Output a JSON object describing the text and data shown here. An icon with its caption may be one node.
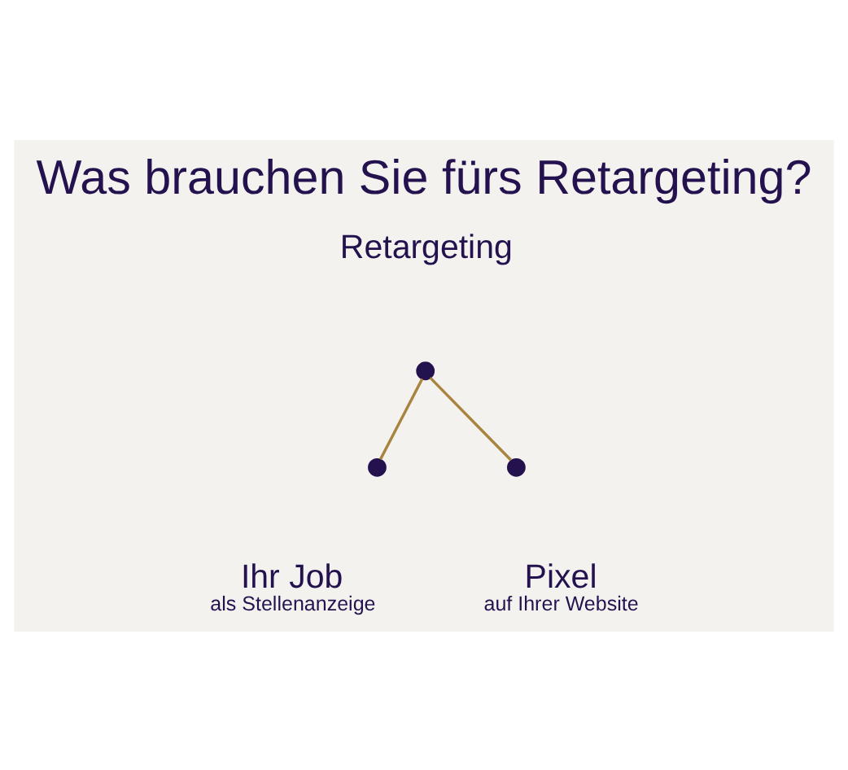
{
  "diagram": {
    "title": "Was brauchen Sie fürs Retargeting?",
    "nodes": [
      {
        "text": [
          "Retargeting"
        ]
      },
      {
        "text": [],
        "shape": "circle"
      },
      {
        "text": [],
        "shape": "circle"
      },
      {
        "text": [],
        "shape": "circle"
      },
      {
        "text": [
          "Ihr Job",
          "als Stellenanzeige"
        ]
      },
      {
        "text": [
          "Pixel",
          "auf Ihrer Website"
        ]
      }
    ],
    "edges": [
      {
        "from": 1,
        "to": 2,
        "arrow": "none",
        "color": "#a8843e"
      },
      {
        "from": 1,
        "to": 3,
        "arrow": "none",
        "color": "#a8843e"
      }
    ]
  }
}
